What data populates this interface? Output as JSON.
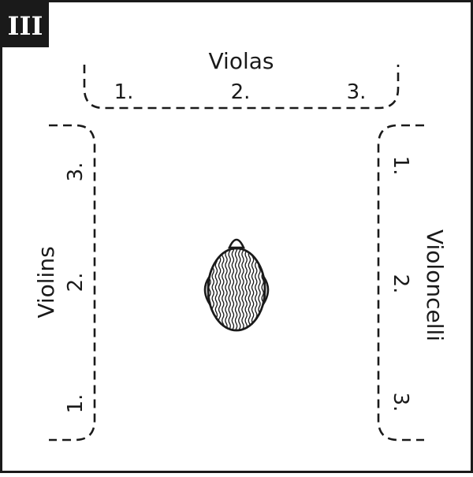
{
  "badge": {
    "label": "III",
    "bg_color": "#1a1a1a",
    "text_color": "#ffffff"
  },
  "sections": {
    "violas": {
      "label": "Violas",
      "positions": [
        "1.",
        "2.",
        "3."
      ]
    },
    "violins": {
      "label": "Violins",
      "positions": [
        "1.",
        "2.",
        "3."
      ]
    },
    "violoncelli": {
      "label": "Violoncelli",
      "positions": [
        "1.",
        "2.",
        "3."
      ]
    }
  },
  "center_icon": "conductor-head-icon",
  "colors": {
    "ink": "#1a1a1a",
    "background": "#ffffff"
  }
}
